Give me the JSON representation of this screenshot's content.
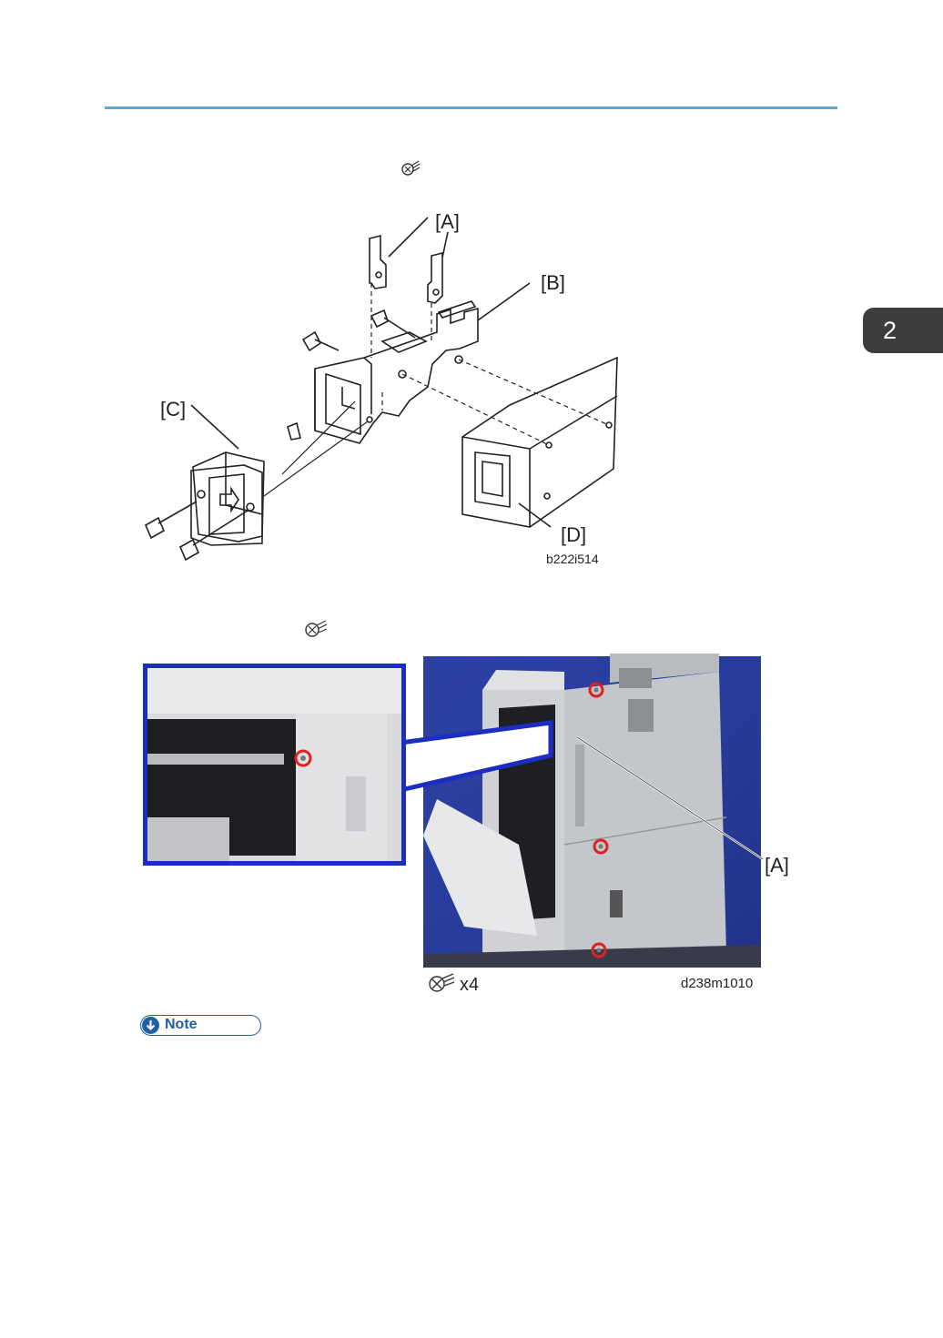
{
  "chapter": {
    "number": "2"
  },
  "figure1": {
    "labels": {
      "a": "[A]",
      "b": "[B]",
      "c": "[C]",
      "d": "[D]"
    },
    "code": "b222i514"
  },
  "figure2": {
    "label_a": "[A]",
    "screw_count": "x4",
    "code": "d238m1010"
  },
  "note": {
    "label": "Note"
  }
}
